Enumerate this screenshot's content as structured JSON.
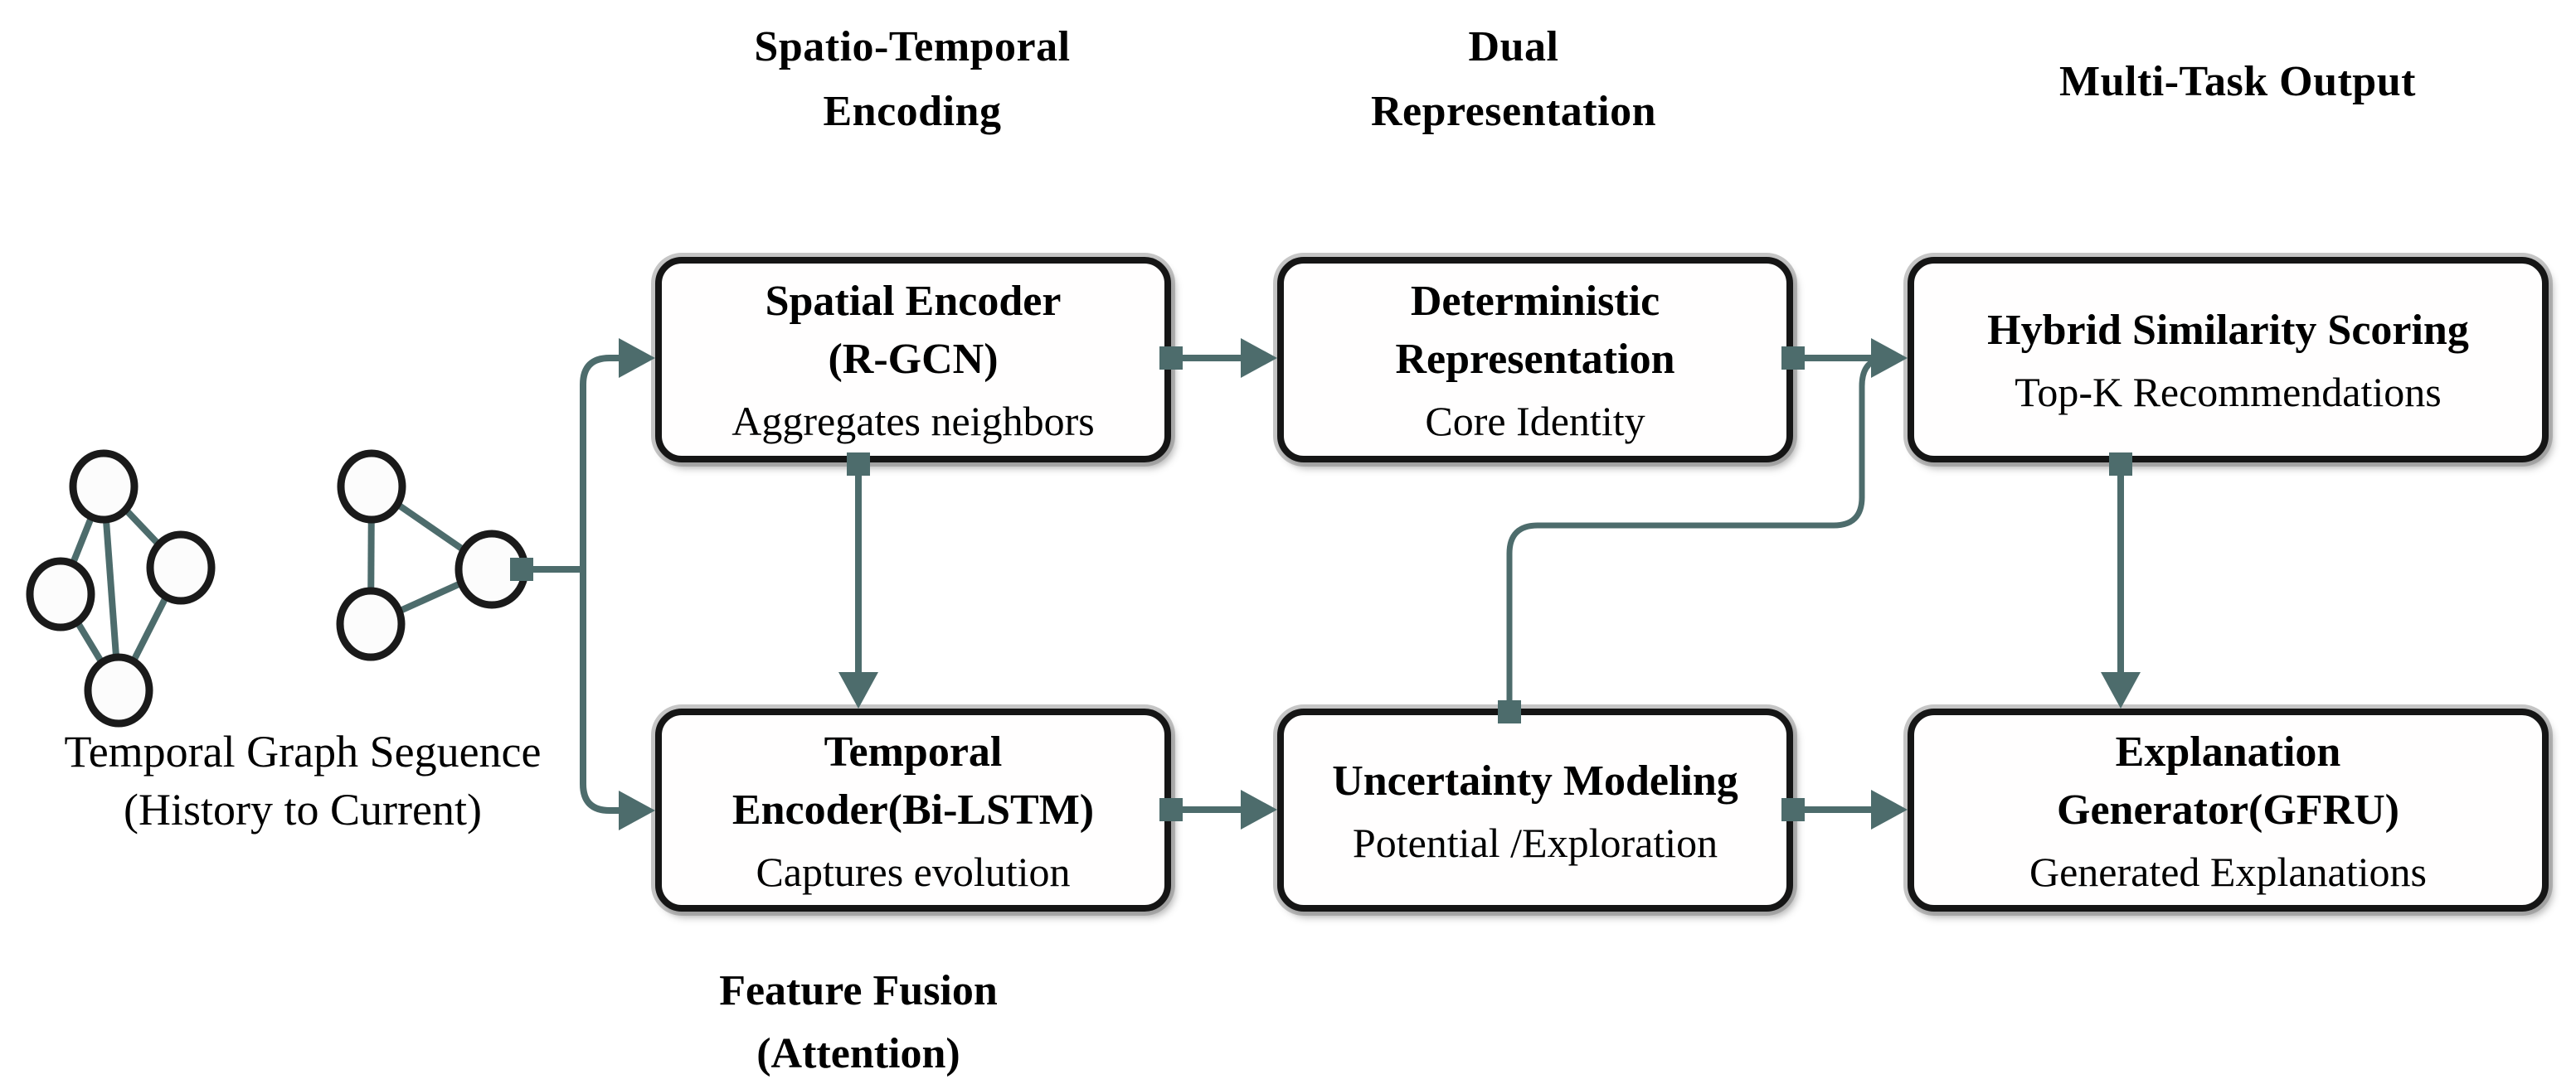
{
  "figure": {
    "description": "Model architecture flowchart: temporal graph sequence feeding spatio-temporal encoders, dual representation and multi-task output"
  },
  "colors": {
    "connector_teal": "#4d6c6c",
    "box_border": "#151515",
    "box_fill": "#fffefe",
    "shadow_gray": "#8a8a8a",
    "text": "#000000",
    "background": "#ffffff"
  },
  "column_headers": [
    {
      "id": "spatio-temporal-encoding",
      "label": "Spatio-Temporal\nEncoding"
    },
    {
      "id": "dual-representation",
      "label": "Dual\nRepresentation"
    },
    {
      "id": "multi-task-output",
      "label": "Multi-Task Output"
    }
  ],
  "input_label": "Temporal Graph Seguence\n(History to Current)",
  "fusion_label": "Feature Fusion\n(Attention)",
  "boxes": {
    "spatial_encoder": {
      "title": "Spatial Encoder\n(R-GCN)",
      "subtitle": "Aggregates neighbors"
    },
    "deterministic_representation": {
      "title": "Deterministic\nRepresentation",
      "subtitle": "Core Identity"
    },
    "hybrid_similarity": {
      "title": "Hybrid Similarity Scoring",
      "subtitle": "Top-K Recommendations"
    },
    "temporal_encoder": {
      "title": "Temporal\nEncoder(Bi-LSTM)",
      "subtitle": "Captures evolution"
    },
    "uncertainty_modeling": {
      "title": "Uncertainty Modeling",
      "subtitle": "Potential /Exploration"
    },
    "explanation_generator": {
      "title": "Explanation\nGenerator(GFRU)",
      "subtitle": "Generated Explanations"
    }
  },
  "graphs": {
    "history_graph": {
      "nodes": 4,
      "edges": 5
    },
    "current_graph": {
      "nodes": 3,
      "edges": 3
    }
  },
  "connections": [
    {
      "from": "temporal-graph-sequence",
      "to": "spatial-encoder"
    },
    {
      "from": "temporal-graph-sequence",
      "to": "temporal-encoder"
    },
    {
      "from": "spatial-encoder",
      "to": "deterministic-representation"
    },
    {
      "from": "spatial-encoder",
      "to": "temporal-encoder"
    },
    {
      "from": "deterministic-representation",
      "to": "hybrid-similarity-scoring"
    },
    {
      "from": "uncertainty-modeling",
      "to": "hybrid-similarity-scoring"
    },
    {
      "from": "temporal-encoder",
      "to": "uncertainty-modeling"
    },
    {
      "from": "uncertainty-modeling",
      "to": "explanation-generator"
    },
    {
      "from": "hybrid-similarity-scoring",
      "to": "explanation-generator"
    }
  ]
}
